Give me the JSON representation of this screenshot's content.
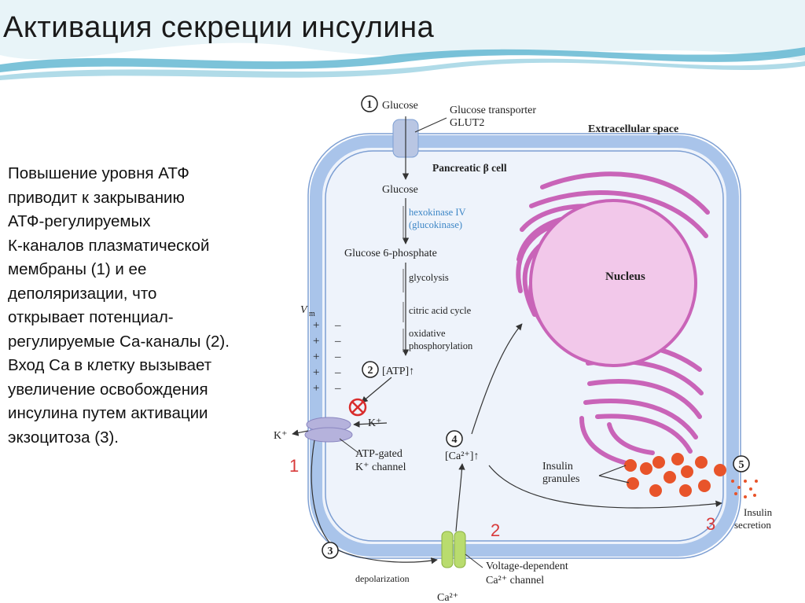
{
  "title": "Активация секреции инсулина",
  "description": [
    "Повышение уровня АТФ",
    "приводит к закрыванию",
    "АТФ-регулируемых",
    "К-каналов плазматической",
    "мембраны (1) и ее",
    "деполяризации, что",
    "открывает потенциал-",
    "регулируемые Са-каналы (2).",
    "Вход Са в клетку вызывает",
    "увеличение освобождения",
    "инсулина путем активации",
    "экзоцитоза (3)."
  ],
  "annotations": {
    "n1": "1",
    "n2": "2",
    "n3": "3"
  },
  "diagram": {
    "step1": "1",
    "glucose_top": "Glucose",
    "transporter_line1": "Glucose transporter",
    "transporter_line2": "GLUT2",
    "extracellular": "Extracellular space",
    "beta_cell": "Pancreatic β cell",
    "glucose_in": "Glucose",
    "hexokinase_line1": "hexokinase IV",
    "hexokinase_line2": "(glucokinase)",
    "g6p": "Glucose 6-phosphate",
    "glycolysis": "glycolysis",
    "citric": "citric acid cycle",
    "oxphos_line1": "oxidative",
    "oxphos_line2": "phosphorylation",
    "step2": "2",
    "atp": "[ATP]↑",
    "vm": "V",
    "vm_sub": "m",
    "k_in": "K⁺",
    "k_out": "K⁺",
    "katp_line1": "ATP-gated",
    "katp_line2": "K⁺ channel",
    "step4": "4",
    "ca_in": "[Ca²⁺]↑",
    "nucleus": "Nucleus",
    "granules_line1": "Insulin",
    "granules_line2": "granules",
    "step5": "5",
    "secretion_line1": "Insulin",
    "secretion_line2": "secretion",
    "step3": "3",
    "depolarization": "depolarization",
    "vdcc_line1": "Voltage-dependent",
    "vdcc_line2": "Ca²⁺ channel",
    "ca_out": "Ca²⁺"
  },
  "colors": {
    "membrane": "#a9c4ea",
    "cytoplasm": "#eef3fb",
    "nucleus": "#f2c8ea",
    "er": "#c964b8",
    "granule": "#e8542a",
    "k_channel": "#b5b2dc",
    "ca_channel": "#b9dc6e",
    "blue_text": "#3d86c6",
    "inhibit": "#d92d2d"
  }
}
